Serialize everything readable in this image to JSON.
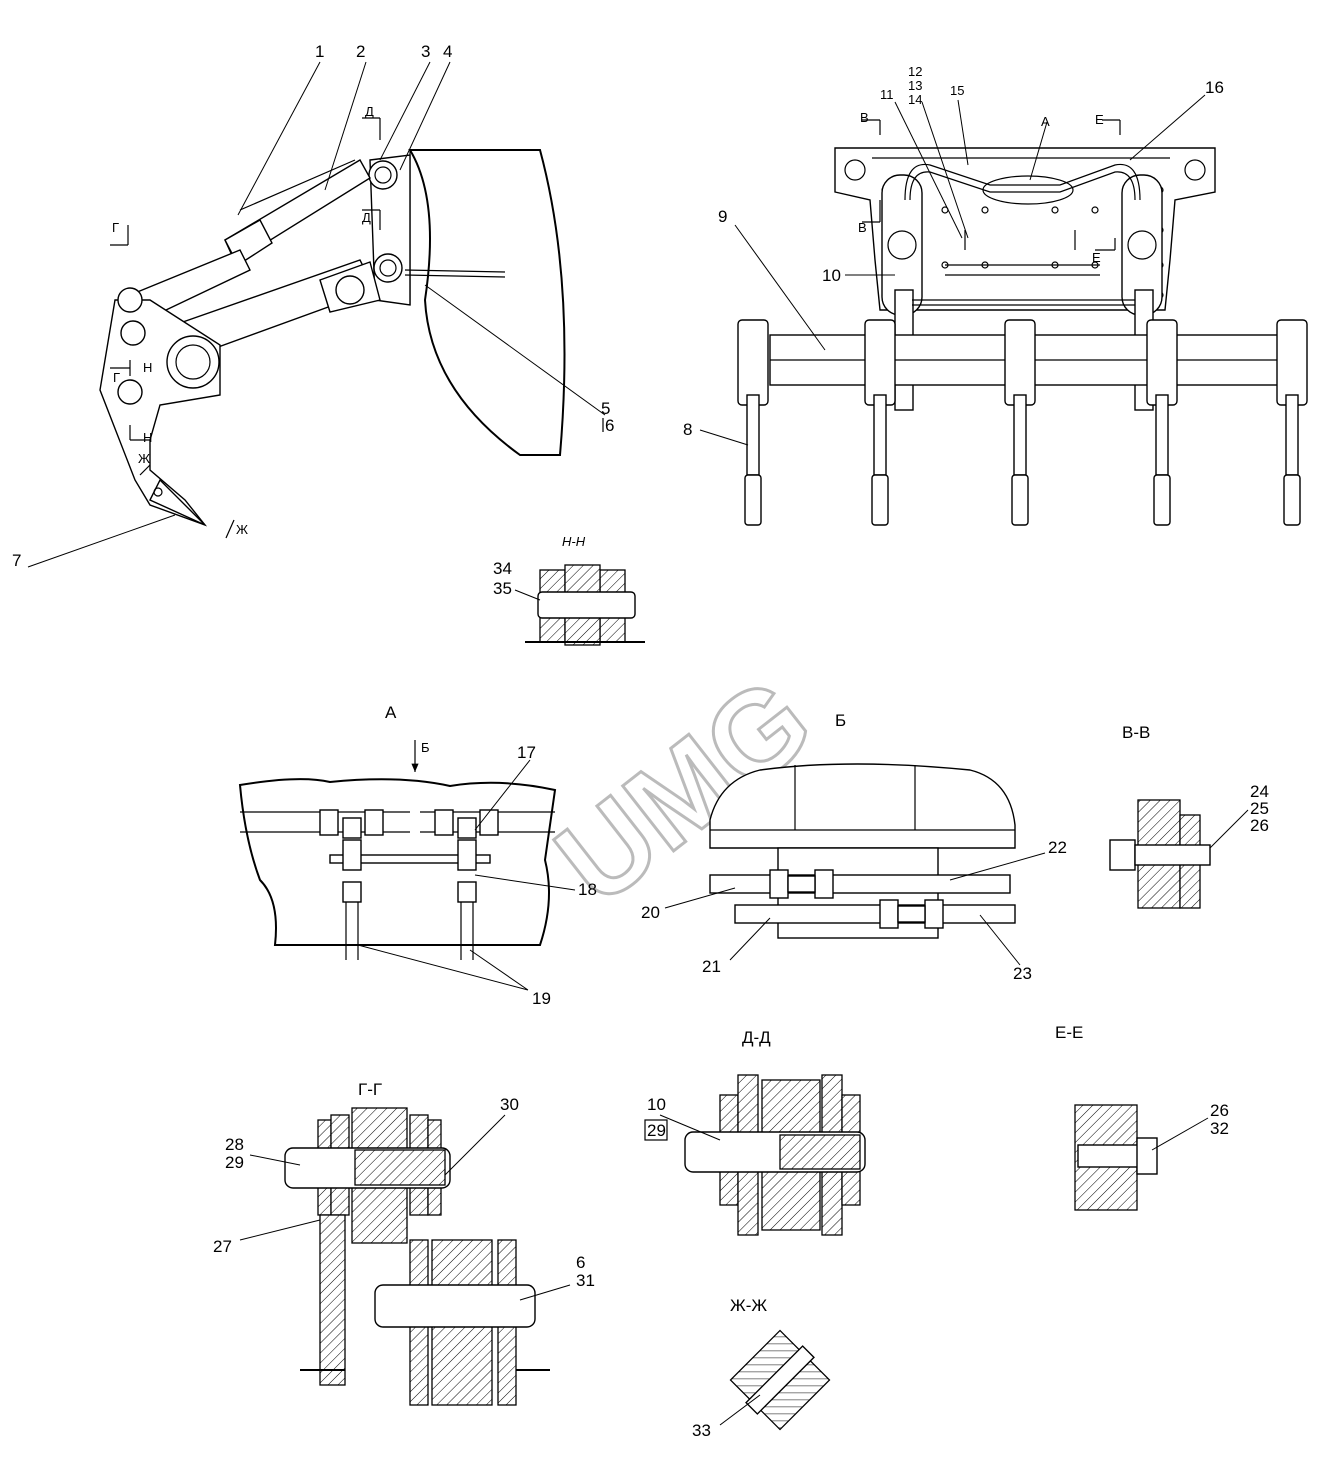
{
  "watermark": "UMG",
  "views": {
    "A": "А",
    "B": "Б",
    "VV": "В-В",
    "GG": "Г-Г",
    "DD": "Д-Д",
    "EE": "Е-Е",
    "ZhZh": "Ж-Ж",
    "NN": "Н-Н"
  },
  "section_marks": {
    "A": "А",
    "B": "Б",
    "V": "В",
    "G": "Г",
    "D": "Д",
    "E": "Е",
    "Zh": "Ж",
    "N": "Н"
  },
  "callouts": {
    "c1": "1",
    "c2": "2",
    "c3": "3",
    "c4": "4",
    "c5": "5",
    "c6": "6",
    "c7": "7",
    "c8": "8",
    "c9": "9",
    "c10": "10",
    "c11": "11",
    "c12": "12",
    "c13": "13",
    "c14": "14",
    "c15": "15",
    "c16": "16",
    "c17": "17",
    "c18": "18",
    "c19": "19",
    "c20": "20",
    "c21": "21",
    "c22": "22",
    "c23": "23",
    "c24": "24",
    "c25": "25",
    "c26": "26",
    "c26b": "26",
    "c27": "27",
    "c28": "28",
    "c29": "29",
    "c29b": "29",
    "c30": "30",
    "c31": "31",
    "c6b": "6",
    "c10b": "10",
    "c32": "32",
    "c33": "33",
    "c34": "34",
    "c35": "35"
  }
}
